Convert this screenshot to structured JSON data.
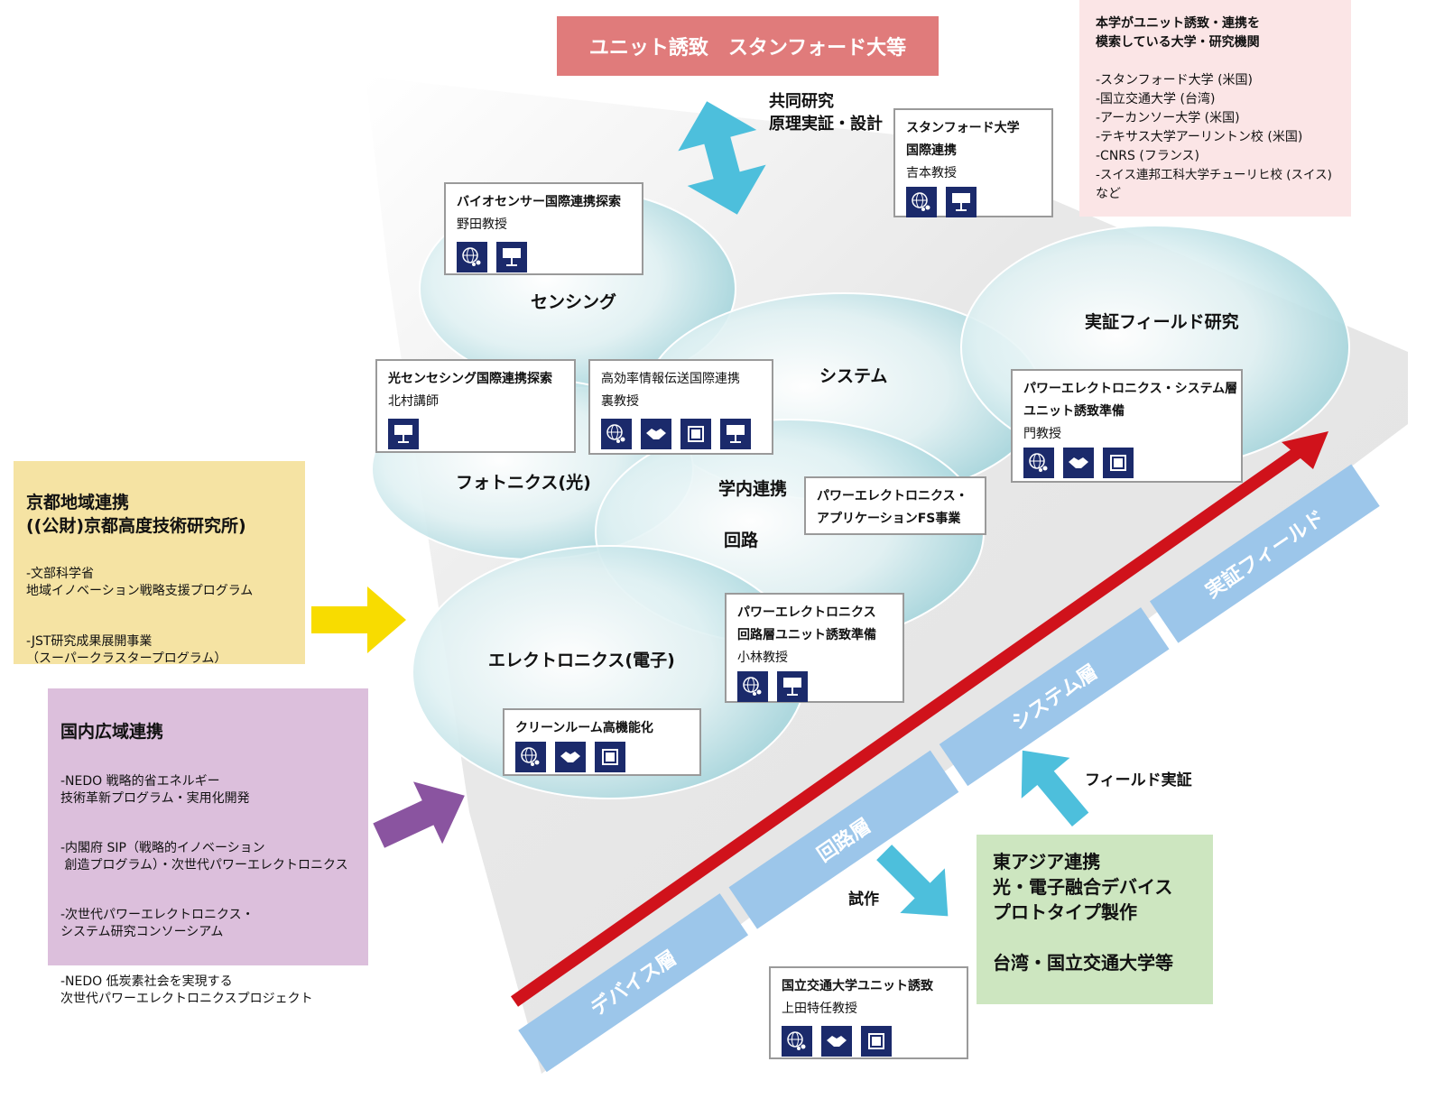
{
  "header": {
    "title": "ユニット誘致　スタンフォード大等",
    "color": "#e07b7b"
  },
  "joint_research": {
    "line1": "共同研究",
    "line2": "原理実証・設計"
  },
  "partner_panel": {
    "title1": "本学がユニット誘致・連携を",
    "title2": "模索している大学・研究機関",
    "items": [
      "-スタンフォード大学 (米国)",
      "-国立交通大学 (台湾)",
      "-アーカンソー大学 (米国)",
      "-テキサス大学アーリントン校 (米国)",
      "-CNRS (フランス)",
      "-スイス連邦工科大学チューリヒ校 (スイス)",
      "など"
    ]
  },
  "areas": {
    "sensing": "センシング",
    "system": "システム",
    "field": "実証フィールド研究",
    "photonics": "フォトニクス(光)",
    "campus": "学内連携",
    "circuit": "回路",
    "electronics": "エレクトロニクス(電子)"
  },
  "cards": {
    "stanford": {
      "l1": "スタンフォード大学",
      "l2": "国際連携",
      "l3": "吉本教授"
    },
    "bio": {
      "l1": "バイオセンサー国際連携探索",
      "l2": "野田教授"
    },
    "optical": {
      "l1": "光センセシング国際連携探索",
      "l2": "北村講師"
    },
    "comm": {
      "l1": "高効率情報伝送国際連携",
      "l2": "裏教授"
    },
    "power_sys": {
      "l1": "パワーエレクトロニクス・システム層",
      "l2": "ユニット誘致準備",
      "l3": "門教授"
    },
    "power_app": {
      "l1": "パワーエレクトロニクス・",
      "l2": "アプリケーションFS事業"
    },
    "power_circ": {
      "l1": "パワーエレクトロニクス",
      "l2": "回路層ユニット誘致準備",
      "l3": "小林教授"
    },
    "clean": {
      "l1": "クリーンルーム高機能化"
    },
    "nctu": {
      "l1": "国立交通大学ユニット誘致",
      "l2": "上田特任教授"
    }
  },
  "kyoto": {
    "title1": "京都地域連携",
    "title2": "((公財)京都高度技術研究所)",
    "items": [
      "-文部科学省\n 地域イノベーション戦略支援プログラム",
      "-JST研究成果展開事業\n （スーパークラスタープログラム）"
    ],
    "color": "#f5e3a3"
  },
  "domestic": {
    "title": "国内広域連携",
    "items": [
      "-NEDO 戦略的省エネルギー\n 技術革新プログラム・実用化開発",
      "-内閣府 SIP（戦略的イノベーション\n 創造プログラム）・次世代パワーエレクトロニクス",
      "-次世代パワーエレクトロニクス・\n システム研究コンソーシアム",
      "-NEDO 低炭素社会を実現する\n 次世代パワーエレクトロニクスプロジェクト"
    ],
    "color": "#dcbfdc"
  },
  "east_asia": {
    "l1": "東アジア連携",
    "l2": "光・電子融合デバイス",
    "l3": "プロトタイプ製作",
    "l4": "台湾・国立交通大学等",
    "color": "#cde6c0"
  },
  "layers": [
    "デバイス層",
    "回路層",
    "システム層",
    "実証フィールド"
  ],
  "arrows": {
    "field_verify": "フィールド実証",
    "prototype": "試作"
  }
}
